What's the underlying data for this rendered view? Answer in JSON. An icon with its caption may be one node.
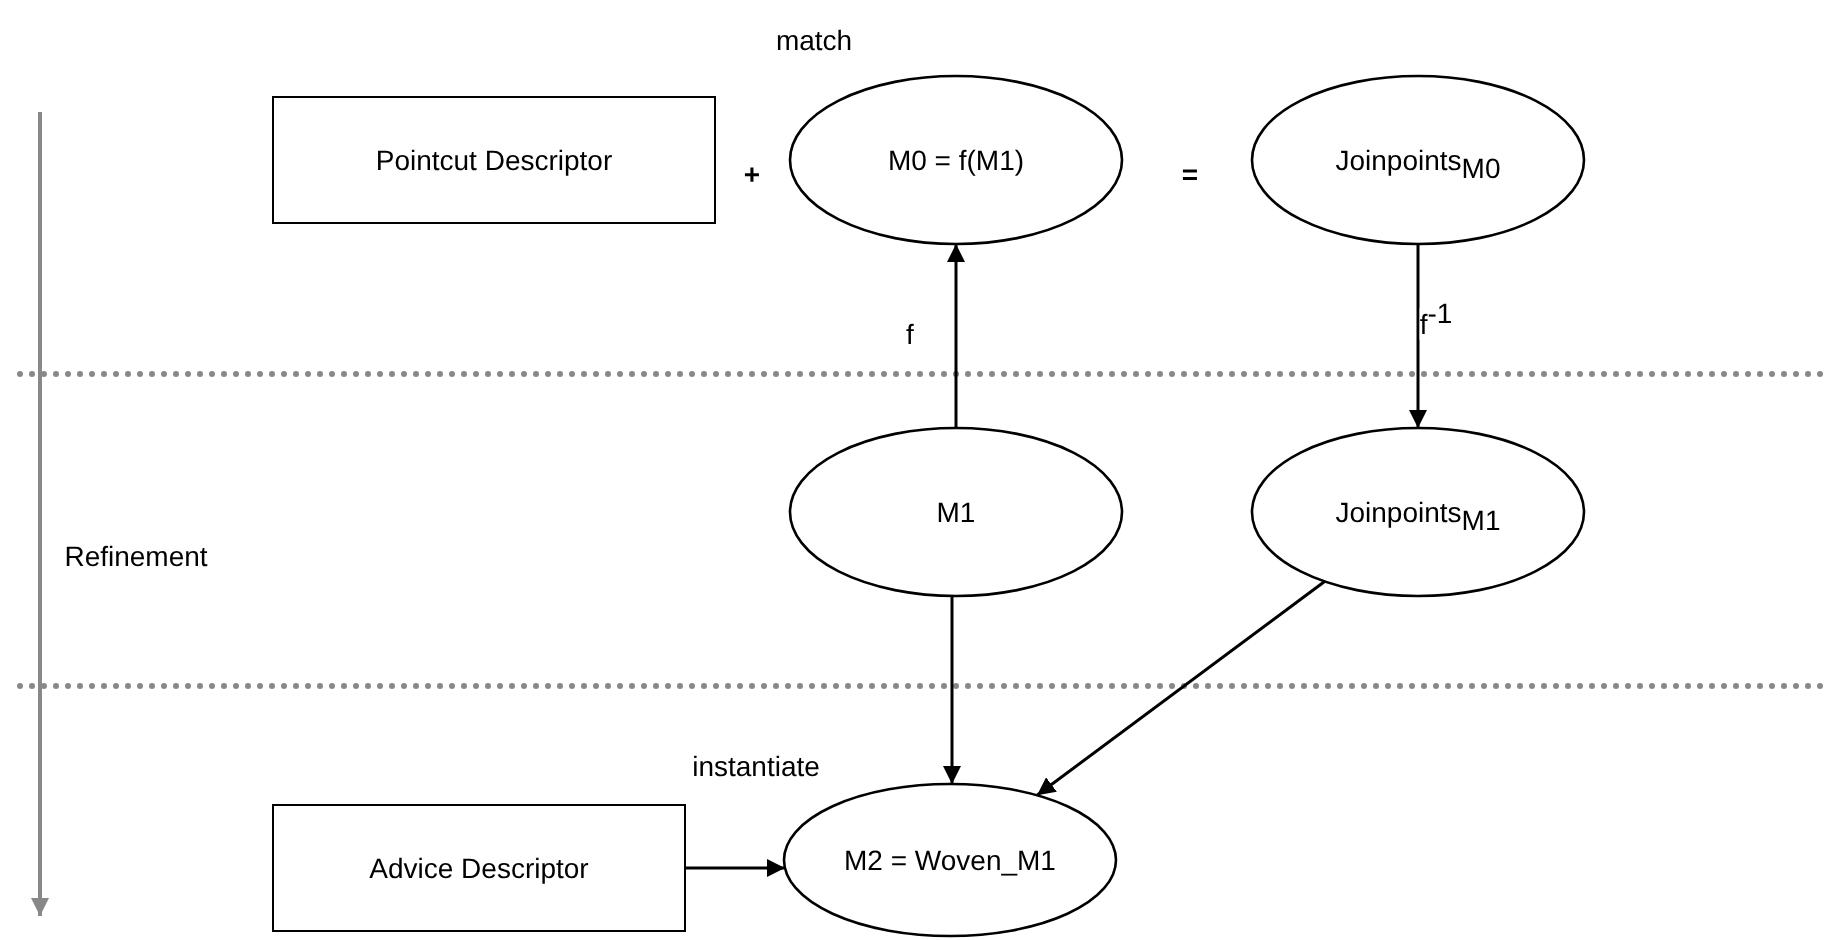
{
  "diagram": {
    "nodes": [
      {
        "text": [
          "Pointcut Descriptor"
        ]
      },
      {
        "text": [
          "M0 = f(M1)"
        ]
      },
      {
        "text": [
          "Joinpoints$_{M0}$"
        ]
      },
      {
        "text": [
          "M1"
        ]
      },
      {
        "text": [
          "Joinpoints$_{M1}$"
        ]
      },
      {
        "text": [
          "Advice Descriptor"
        ]
      },
      {
        "text": [
          "M2 = Woven_M1"
        ]
      }
    ],
    "edges": [
      {
        "from": 3,
        "to": 1,
        "arrow": "to",
        "label": "f"
      },
      {
        "from": 2,
        "to": 4,
        "arrow": "to",
        "label": "f$^{-1}$"
      },
      {
        "from": 3,
        "to": 6,
        "arrow": "to"
      },
      {
        "from": 4,
        "to": 6,
        "arrow": "to"
      },
      {
        "from": 5,
        "to": 6,
        "arrow": "to"
      }
    ],
    "labels": [
      "match",
      "+",
      "=",
      "Refinement",
      "instantiate"
    ]
  }
}
